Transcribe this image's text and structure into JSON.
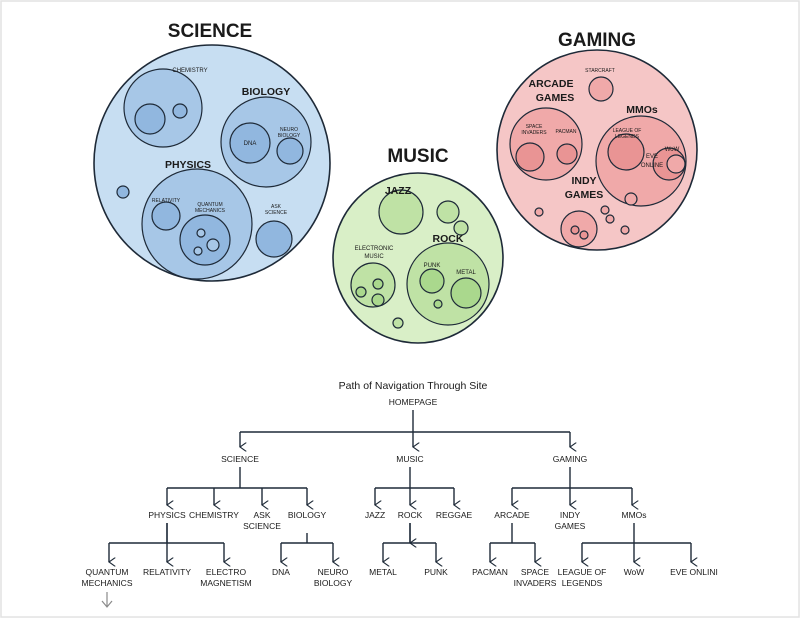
{
  "venn": {
    "science": {
      "title": "SCIENCE",
      "chemistry": "CHEMISTRY",
      "biology": "BIOLOGY",
      "dna": "DNA",
      "neuro_biology_1": "NEURO",
      "neuro_biology_2": "BIOLOGY",
      "physics": "PHYSICS",
      "relativity": "RELATIVITY",
      "quantum_1": "QUANTUM",
      "quantum_2": "MECHANICS",
      "ask_science_1": "ASK",
      "ask_science_2": "SCIENCE"
    },
    "music": {
      "title": "MUSIC",
      "jazz": "JAZZ",
      "rock": "ROCK",
      "electronic_1": "ELECTRONIC",
      "electronic_2": "MUSIC",
      "punk": "PUNK",
      "metal": "METAL"
    },
    "gaming": {
      "title": "GAMING",
      "arcade_games_1": "ARCADE",
      "arcade_games_2": "GAMES",
      "starcraft": "STARCRAFT",
      "mmos": "MMOs",
      "space_invaders_1": "SPACE",
      "space_invaders_2": "INVADERS",
      "pacman": "PACMAN",
      "lol_1": "LEAGUE OF",
      "lol_2": "LEGENDS",
      "eve_1": "EVE",
      "eve_2": "ONLINE",
      "wow": "WoW",
      "indy_games_1": "INDY",
      "indy_games_2": "GAMES"
    }
  },
  "tree": {
    "title": "Path of Navigation Through Site",
    "root": "HOMEPAGE",
    "science": "SCIENCE",
    "music": "MUSIC",
    "gaming": "GAMING",
    "physics": "PHYSICS",
    "chemistry": "CHEMISTRY",
    "ask_science_1": "ASK",
    "ask_science_2": "SCIENCE",
    "biology": "BIOLOGY",
    "jazz": "JAZZ",
    "rock": "ROCK",
    "reggae": "REGGAE",
    "arcade": "ARCADE",
    "indy_games_1": "INDY",
    "indy_games_2": "GAMES",
    "mmos": "MMOs",
    "quantum_1": "QUANTUM",
    "quantum_2": "MECHANICS",
    "relativity": "RELATIVITY",
    "electro_1": "ELECTRO",
    "electro_2": "MAGNETISM",
    "dna": "DNA",
    "neuro_1": "NEURO",
    "neuro_2": "BIOLOGY",
    "metal": "METAL",
    "punk": "PUNK",
    "pacman": "PACMAN",
    "space_invaders_1": "SPACE",
    "space_invaders_2": "INVADERS",
    "lol_1": "LEAGUE OF",
    "lol_2": "LEGENDS",
    "wow": "WoW",
    "eve": "EVE ONLINI"
  }
}
